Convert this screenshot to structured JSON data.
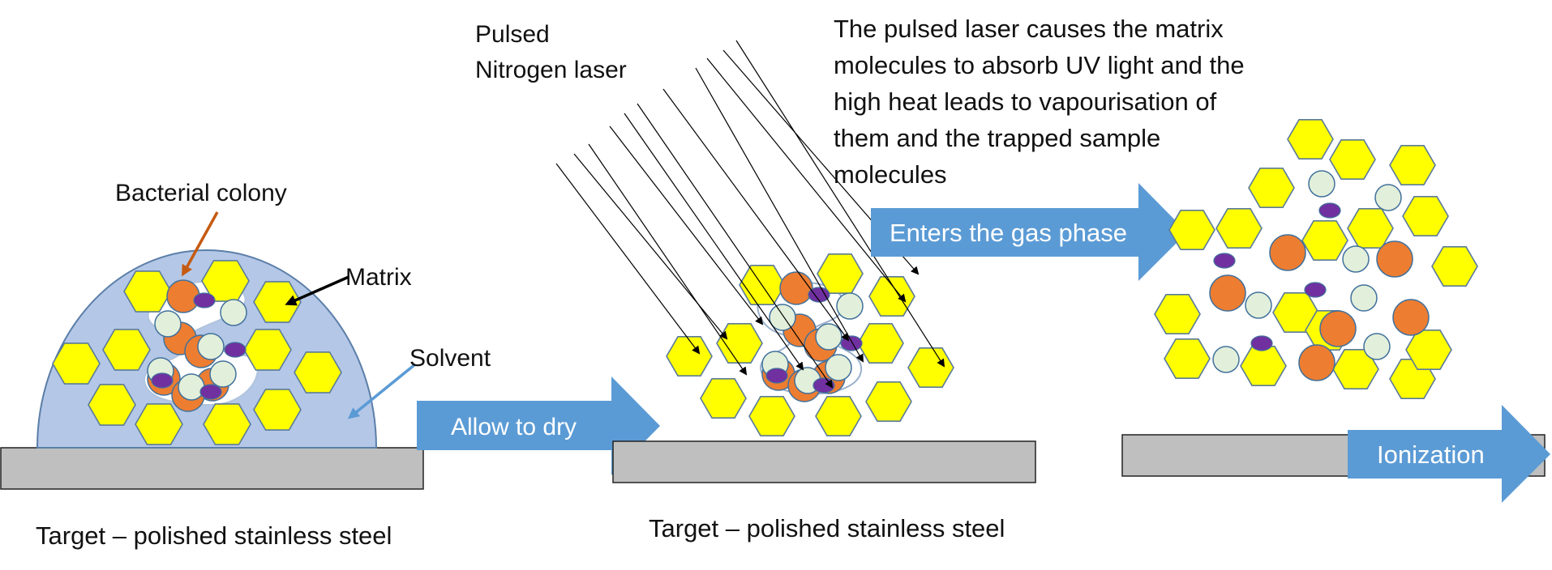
{
  "labels": {
    "bacterial_colony": "Bacterial colony",
    "matrix": "Matrix",
    "solvent": "Solvent",
    "target_left": "Target – polished stainless steel",
    "target_middle": "Target – polished stainless steel",
    "laser_line1": "Pulsed",
    "laser_line2": "Nitrogen laser",
    "description": [
      "The pulsed laser causes the matrix",
      "molecules to absorb UV light and the",
      "high heat leads to vapourisation of",
      "them and the trapped sample",
      "molecules"
    ]
  },
  "arrows": {
    "dry": "Allow to dry",
    "gas": "Enters the gas phase",
    "ionization": "Ionization"
  },
  "colors": {
    "matrix_fill": "#ffff00",
    "matrix_stroke": "#5a7a9a",
    "sample_orange": "#ed7d31",
    "sample_pale": "#e2efda",
    "sample_purple": "#7030a0",
    "solvent_fill": "#b4c7e7",
    "steel": "#bfbfbf",
    "arrow_blue": "#5b9bd5",
    "leader_orange": "#c55a11",
    "leader_blue": "#5b9bd5"
  }
}
